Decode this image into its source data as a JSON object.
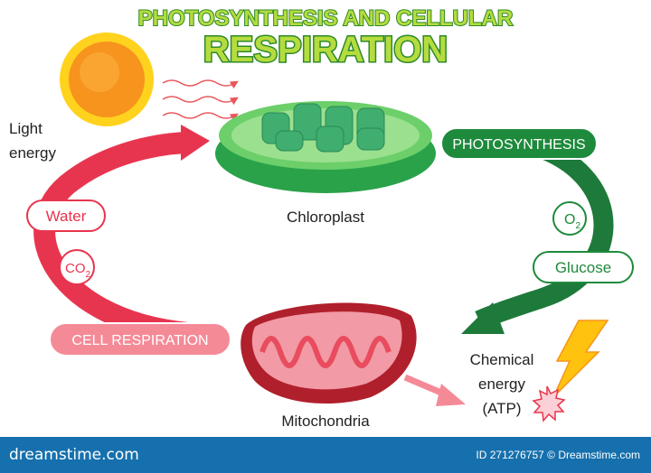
{
  "title": {
    "line1": "PHOTOSYNTHESIS AND CELLULAR",
    "line2": "RESPIRATION"
  },
  "labels": {
    "light_energy_1": "Light",
    "light_energy_2": "energy",
    "chloroplast": "Chloroplast",
    "mitochondria": "Mitochondria",
    "photosynthesis": "PHOTOSYNTHESIS",
    "o2": "O",
    "o2_sub": "2",
    "glucose": "Glucose",
    "water": "Water",
    "co2": "CO",
    "co2_sub": "2",
    "cell_respiration": "CELL RESPIRATION",
    "chemical_1": "Chemical",
    "chemical_2": "energy",
    "chemical_3": "(ATP)"
  },
  "footer": {
    "logo": "dreamstime.com",
    "id": "ID 271276757 © Dreamstime.com"
  },
  "colors": {
    "green": "#1e8a3c",
    "red": "#e8354f",
    "pink": "#f58a97",
    "footer": "#1670ad",
    "title": "#a8d63a"
  }
}
